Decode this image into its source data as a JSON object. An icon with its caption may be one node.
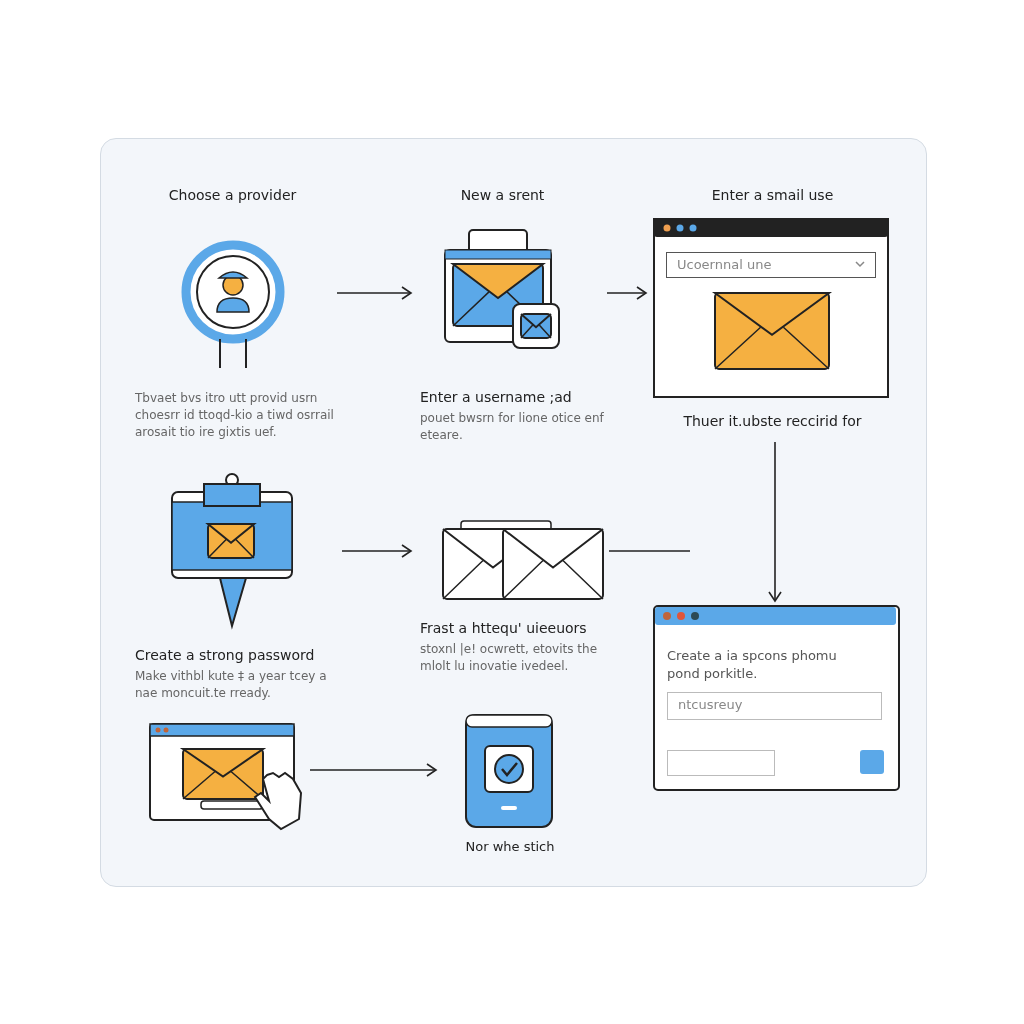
{
  "diagram": {
    "nodes": [
      {
        "text": [
          "Choose a provider",
          "Tbvaet bvs itro utt provid usrn choesrr id ttoqd-kio a tiwd osrrail arosait tio ire gixtis uef."
        ]
      },
      {
        "text": [
          "New a srent",
          "Enter a username ;ad",
          "pouet bwsrn for lione otice enf eteare."
        ]
      },
      {
        "text": [
          "Enter a smail use",
          "Thuer it.ubste reccirid for"
        ]
      },
      {
        "text": [
          "Create a strong password",
          "Make vithbl kute ‡ a year tcey a nae moncuit.te rready."
        ]
      },
      {
        "text": [
          "Frast a httequ' uieeuors",
          "stoxnl |e! ocwrett, etovits the mlolt lu inovatie ivedeel."
        ]
      },
      {
        "text": [
          "Create a ia spcons phomu pond porkitle."
        ]
      },
      {
        "text": [],
        "shape": "picture"
      },
      {
        "text": [
          "Nor whe stich"
        ]
      }
    ],
    "edges": [
      {
        "from": 0,
        "to": 1,
        "arrow": "to"
      },
      {
        "from": 1,
        "to": 2,
        "arrow": "to"
      },
      {
        "from": 2,
        "to": 5,
        "arrow": "to"
      },
      {
        "from": 3,
        "to": 4,
        "arrow": "to"
      },
      {
        "from": 4,
        "to": null,
        "arrow": "none"
      },
      {
        "from": 6,
        "to": 7,
        "arrow": "to"
      }
    ],
    "labels": [
      "Ucoernnal une",
      "ntcusreuy"
    ]
  }
}
